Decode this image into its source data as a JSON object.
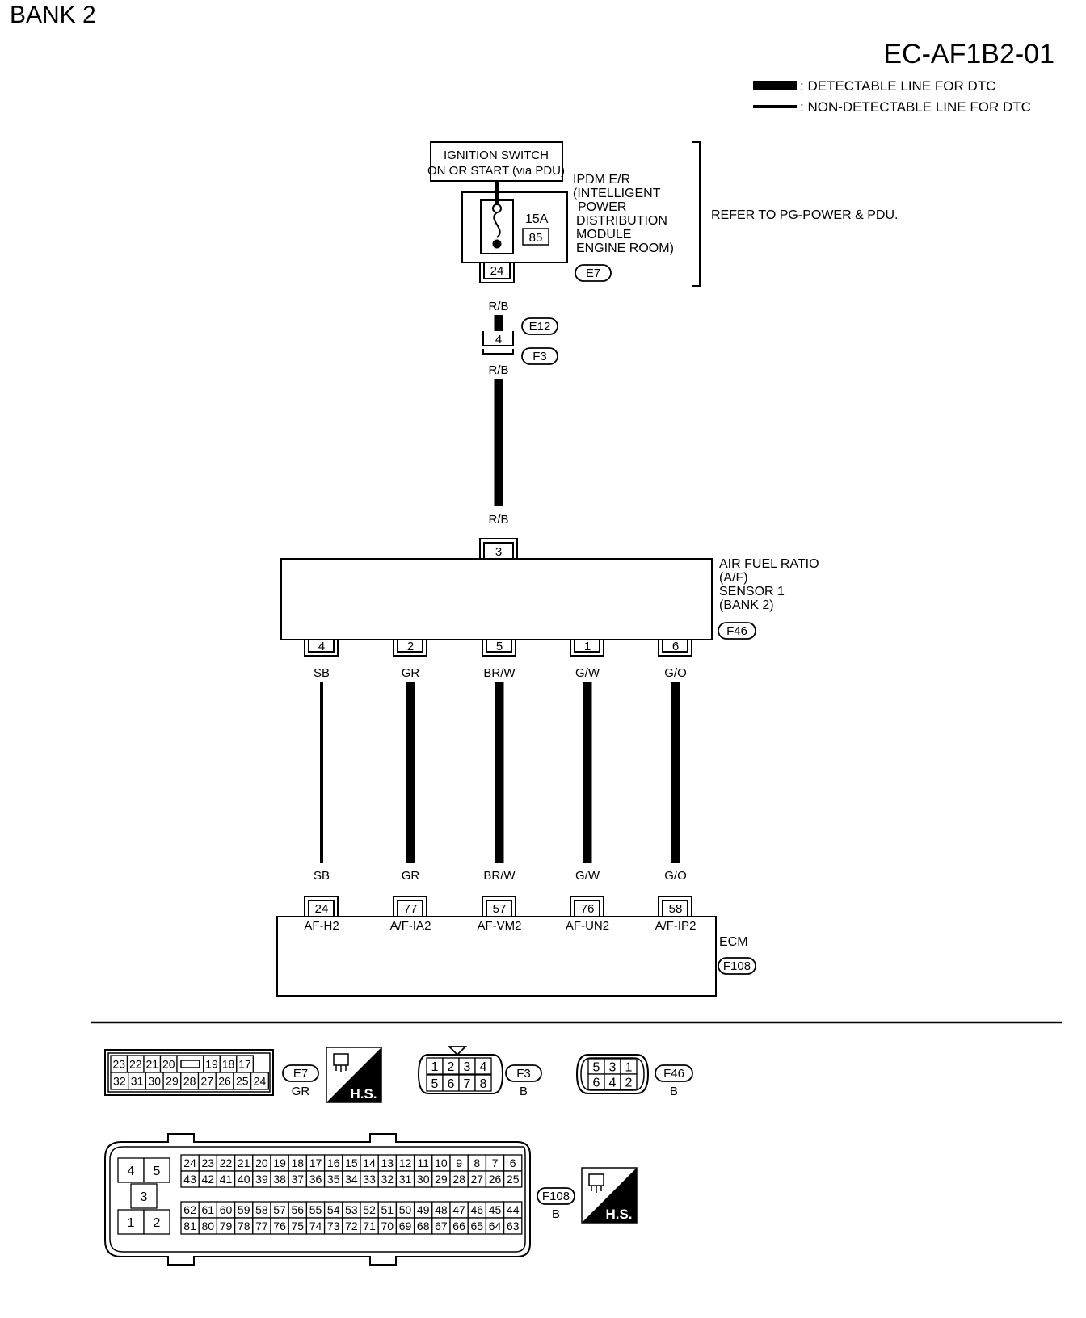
{
  "header": {
    "bank": "BANK 2",
    "diagram_id": "EC-AF1B2-01",
    "legend_detectable": ": DETECTABLE LINE FOR DTC",
    "legend_non_detectable": ": NON-DETECTABLE LINE FOR DTC"
  },
  "power": {
    "ign_line1": "IGNITION SWITCH",
    "ign_line2": "ON OR START (via PDU)",
    "ipdm_lines": [
      "IPDM E/R",
      "(INTELLIGENT",
      "POWER",
      "DISTRIBUTION",
      "MODULE",
      "ENGINE ROOM)"
    ],
    "fuse_rating": "15A",
    "fuse_number": "85",
    "ipdm_pin": "24",
    "ipdm_connector": "E7",
    "refer_text": "REFER TO PG-POWER & PDU."
  },
  "harness": {
    "wire_color_1": "R/B",
    "joint_pin": "4",
    "joint_conn_top": "E12",
    "joint_conn_bottom": "F3",
    "wire_color_2": "R/B",
    "wire_color_3": "R/B",
    "sensor_input_pin": "3"
  },
  "sensor": {
    "name_lines": [
      "AIR FUEL RATIO",
      "(A/F)",
      "SENSOR 1",
      "(BANK 2)"
    ],
    "connector": "F46",
    "pins": [
      {
        "pin": "4",
        "color": "SB",
        "ecm_pin": "24",
        "signal": "AF-H2"
      },
      {
        "pin": "2",
        "color": "GR",
        "ecm_pin": "77",
        "signal": "A/F-IA2"
      },
      {
        "pin": "5",
        "color": "BR/W",
        "ecm_pin": "57",
        "signal": "AF-VM2"
      },
      {
        "pin": "1",
        "color": "G/W",
        "ecm_pin": "76",
        "signal": "AF-UN2"
      },
      {
        "pin": "6",
        "color": "G/O",
        "ecm_pin": "58",
        "signal": "A/F-IP2"
      }
    ]
  },
  "ecm": {
    "name": "ECM",
    "connector": "F108"
  },
  "connectors": {
    "e7": {
      "row1": [
        "23",
        "22",
        "21",
        "20",
        "",
        "19",
        "18",
        "17"
      ],
      "row2": [
        "32",
        "31",
        "30",
        "29",
        "28",
        "27",
        "26",
        "25",
        "24"
      ],
      "id": "E7",
      "color": "GR"
    },
    "hs_label": "H.S.",
    "f3": {
      "row1": [
        "1",
        "2",
        "3",
        "4"
      ],
      "row2": [
        "5",
        "6",
        "7",
        "8"
      ],
      "id": "F3",
      "color": "B"
    },
    "f46": {
      "row1": [
        "5",
        "3",
        "1"
      ],
      "row2": [
        "6",
        "4",
        "2"
      ],
      "id": "F46",
      "color": "B"
    },
    "f108": {
      "block_top": [
        "4",
        "5"
      ],
      "block_mid": "3",
      "block_bottom": [
        "1",
        "2"
      ],
      "row1": [
        "24",
        "23",
        "22",
        "21",
        "20",
        "19",
        "18",
        "17",
        "16",
        "15",
        "14",
        "13",
        "12",
        "11",
        "10",
        "9",
        "8",
        "7",
        "6"
      ],
      "row2": [
        "43",
        "42",
        "41",
        "40",
        "39",
        "38",
        "37",
        "36",
        "35",
        "34",
        "33",
        "32",
        "31",
        "30",
        "29",
        "28",
        "27",
        "26",
        "25"
      ],
      "row3": [
        "62",
        "61",
        "60",
        "59",
        "58",
        "57",
        "56",
        "55",
        "54",
        "53",
        "52",
        "51",
        "50",
        "49",
        "48",
        "47",
        "46",
        "45",
        "44"
      ],
      "row4": [
        "81",
        "80",
        "79",
        "78",
        "77",
        "76",
        "75",
        "74",
        "73",
        "72",
        "71",
        "70",
        "69",
        "68",
        "67",
        "66",
        "65",
        "64",
        "63"
      ],
      "id": "F108",
      "color": "B"
    }
  }
}
